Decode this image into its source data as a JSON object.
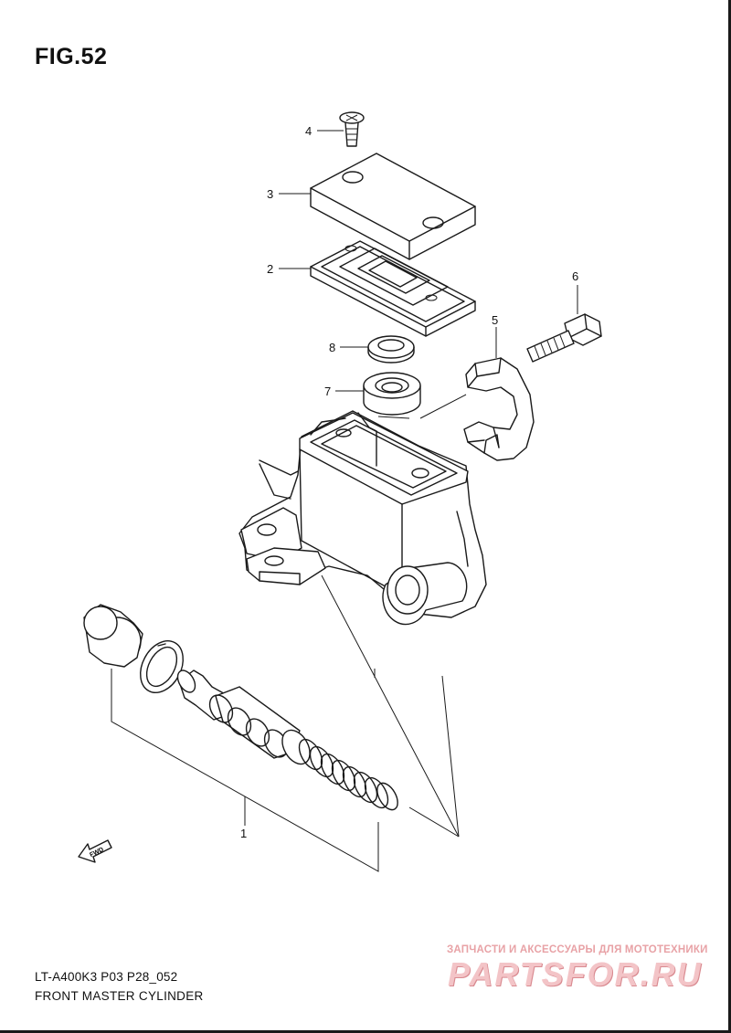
{
  "figure": {
    "title": "FIG.52"
  },
  "callouts": [
    {
      "id": "1",
      "label": "1"
    },
    {
      "id": "2",
      "label": "2"
    },
    {
      "id": "3",
      "label": "3"
    },
    {
      "id": "4",
      "label": "4"
    },
    {
      "id": "5",
      "label": "5"
    },
    {
      "id": "6",
      "label": "6"
    },
    {
      "id": "7",
      "label": "7"
    },
    {
      "id": "8",
      "label": "8"
    }
  ],
  "fwd_label": "FWD",
  "footer": {
    "model_code": "LT-A400K3 P03 P28_052",
    "assembly_name": "FRONT MASTER CYLINDER"
  },
  "watermark": {
    "tagline": "ЗАПЧАСТИ И АКСЕССУАРЫ ДЛЯ МОТОТЕХНИКИ",
    "logo": "PARTSFOR.RU"
  },
  "colors": {
    "line": "#1a1a1a",
    "watermark": "#f3c4c7"
  }
}
